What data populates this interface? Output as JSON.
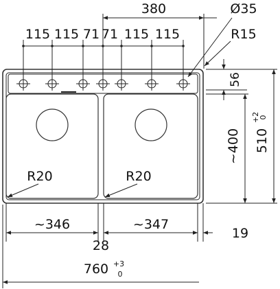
{
  "dimensions": {
    "top_overall": "380",
    "tap_hole_diameter": "Ø35",
    "tap_spacing": [
      "115",
      "115",
      "71",
      "71",
      "115",
      "115"
    ],
    "corner_radius_outer": "R15",
    "rim_depth": "56",
    "bowl_depth": "~400",
    "overall_depth": "510",
    "overall_depth_tolerance_plus": "+2",
    "overall_depth_tolerance_zero": "0",
    "bowl_radius_left": "R20",
    "bowl_radius_right": "R20",
    "bowl_width_left": "~346",
    "bowl_width_right": "~347",
    "divider_width": "28",
    "side_margin": "19",
    "overall_width": "760",
    "overall_width_tolerance_plus": "+3",
    "overall_width_tolerance_zero": "0"
  },
  "colors": {
    "line": "#222222",
    "background": "#ffffff"
  }
}
